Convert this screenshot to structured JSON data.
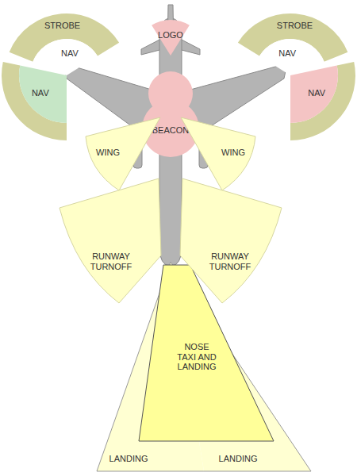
{
  "diagram": {
    "nodes": [
      {
        "text": [
          "STROBE"
        ]
      },
      {
        "text": [
          "LOGO"
        ]
      },
      {
        "text": [
          "STROBE"
        ]
      },
      {
        "text": [
          "NAV"
        ]
      },
      {
        "text": [
          "NAV"
        ]
      },
      {
        "text": [
          "NAV"
        ]
      },
      {
        "text": [
          "NAV"
        ]
      },
      {
        "text": [
          "BEACON"
        ]
      },
      {
        "text": [
          "WING"
        ]
      },
      {
        "text": [
          "WING"
        ]
      },
      {
        "text": [
          "RUNWAY TURNOFF"
        ]
      },
      {
        "text": [
          "RUNWAY TURNOFF"
        ]
      },
      {
        "text": [
          "NOSE TAXI AND LANDING"
        ]
      },
      {
        "text": [
          "LANDING"
        ]
      },
      {
        "text": [
          "LANDING"
        ]
      }
    ]
  }
}
